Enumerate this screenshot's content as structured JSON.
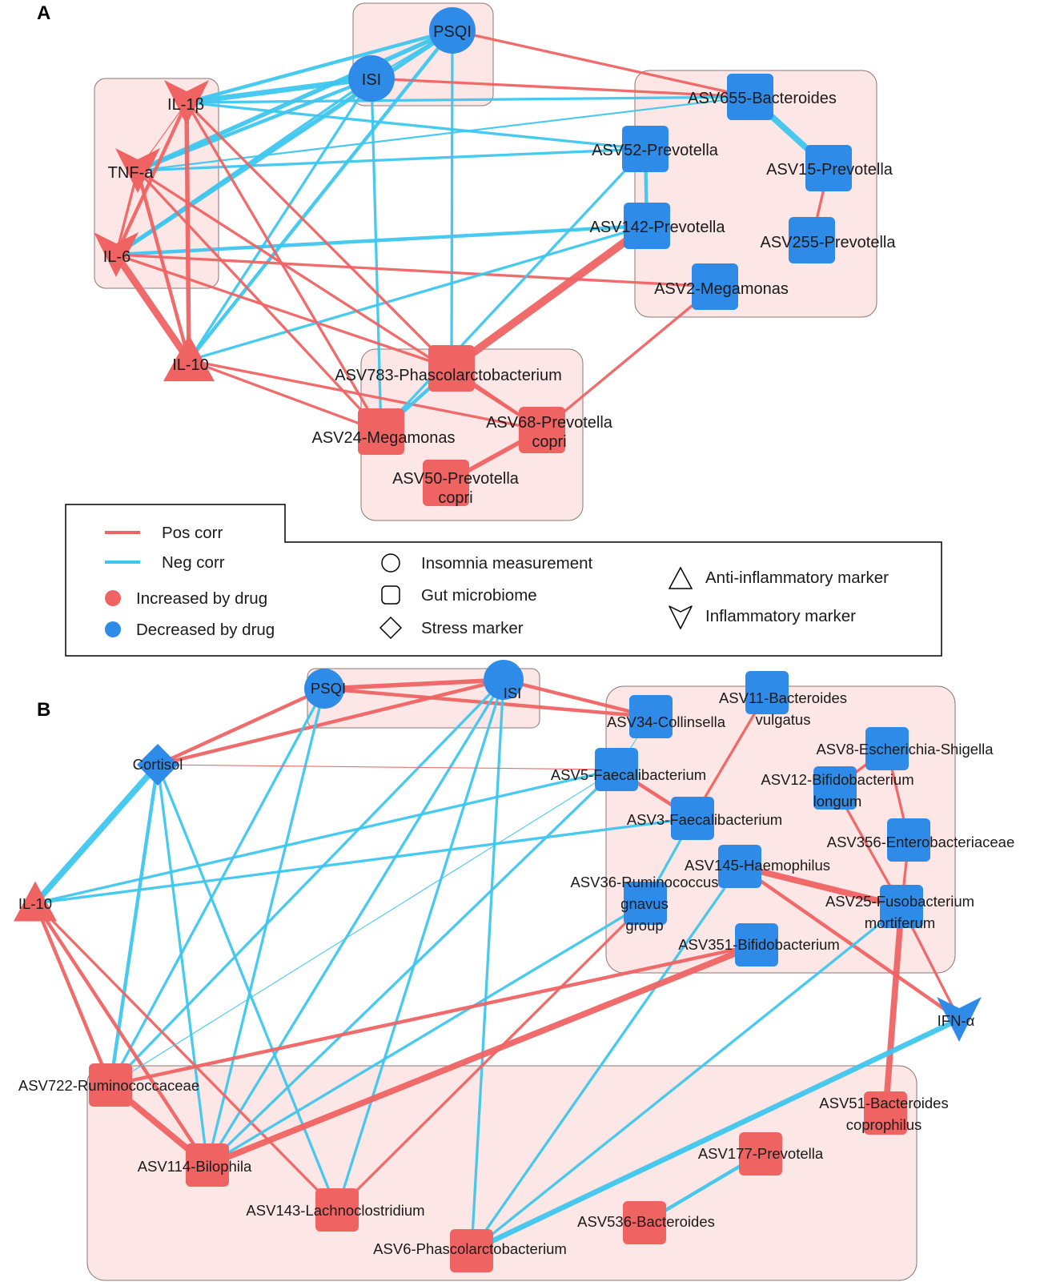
{
  "colors": {
    "positive": "#ef6363",
    "negative": "#3ec6ee",
    "node_increased": "#ef6363",
    "node_decreased": "#2f8be8",
    "group_fill": "#fde6e6",
    "group_stroke": "#8a7777"
  },
  "panels": [
    {
      "letter": "A",
      "nodes": [
        {
          "id": "PSQI",
          "label": "PSQI",
          "shape": "circle",
          "change": "decreased"
        },
        {
          "id": "ISI",
          "label": "ISI",
          "shape": "circle",
          "change": "decreased"
        },
        {
          "id": "IL1b",
          "label": "IL-1β",
          "shape": "v-marker",
          "change": "increased"
        },
        {
          "id": "TNFa",
          "label": "TNF-a",
          "shape": "v-marker",
          "change": "increased"
        },
        {
          "id": "IL6",
          "label": "IL-6",
          "shape": "v-marker",
          "change": "increased"
        },
        {
          "id": "IL10",
          "label": "IL-10",
          "shape": "triangle",
          "change": "increased"
        },
        {
          "id": "ASV655",
          "label": "ASV655-Bacteroides",
          "shape": "square",
          "change": "decreased"
        },
        {
          "id": "ASV52",
          "label": "ASV52-Prevotella",
          "shape": "square",
          "change": "decreased"
        },
        {
          "id": "ASV15",
          "label": "ASV15-Prevotella",
          "shape": "square",
          "change": "decreased"
        },
        {
          "id": "ASV142",
          "label": "ASV142-Prevotella",
          "shape": "square",
          "change": "decreased"
        },
        {
          "id": "ASV255",
          "label": "ASV255-Prevotella",
          "shape": "square",
          "change": "decreased"
        },
        {
          "id": "ASV2",
          "label": "ASV2-Megamonas",
          "shape": "square",
          "change": "decreased"
        },
        {
          "id": "ASV783",
          "label": "ASV783-Phascolarctobacterium",
          "shape": "square",
          "change": "increased"
        },
        {
          "id": "ASV24",
          "label": "ASV24-Megamonas",
          "shape": "square",
          "change": "increased"
        },
        {
          "id": "ASV68",
          "label": "ASV68-Prevotella\ncopri",
          "shape": "square",
          "change": "increased"
        },
        {
          "id": "ASV50",
          "label": "ASV50-Prevotella\ncopri",
          "shape": "square",
          "change": "increased"
        }
      ],
      "edges": [
        {
          "source": "PSQI",
          "target": "ISI",
          "sign": "neg",
          "weight": 2
        },
        {
          "source": "PSQI",
          "target": "IL1b",
          "sign": "neg",
          "weight": 4
        },
        {
          "source": "PSQI",
          "target": "TNFa",
          "sign": "neg",
          "weight": 5
        },
        {
          "source": "PSQI",
          "target": "IL6",
          "sign": "neg",
          "weight": 5
        },
        {
          "source": "PSQI",
          "target": "IL10",
          "sign": "neg",
          "weight": 4
        },
        {
          "source": "PSQI",
          "target": "ASV783",
          "sign": "neg",
          "weight": 3
        },
        {
          "source": "PSQI",
          "target": "ASV655",
          "sign": "pos",
          "weight": 3
        },
        {
          "source": "ISI",
          "target": "IL1b",
          "sign": "neg",
          "weight": 6
        },
        {
          "source": "ISI",
          "target": "TNFa",
          "sign": "neg",
          "weight": 4
        },
        {
          "source": "ISI",
          "target": "IL6",
          "sign": "neg",
          "weight": 3
        },
        {
          "source": "ISI",
          "target": "IL10",
          "sign": "neg",
          "weight": 3
        },
        {
          "source": "ISI",
          "target": "ASV655",
          "sign": "pos",
          "weight": 3
        },
        {
          "source": "ISI",
          "target": "ASV24",
          "sign": "neg",
          "weight": 3
        },
        {
          "source": "IL1b",
          "target": "ASV655",
          "sign": "neg",
          "weight": 3
        },
        {
          "source": "IL1b",
          "target": "ASV52",
          "sign": "neg",
          "weight": 3
        },
        {
          "source": "TNFa",
          "target": "ASV655",
          "sign": "neg",
          "weight": 2
        },
        {
          "source": "TNFa",
          "target": "ASV52",
          "sign": "neg",
          "weight": 3
        },
        {
          "source": "IL6",
          "target": "ASV142",
          "sign": "neg",
          "weight": 4
        },
        {
          "source": "IL6",
          "target": "ASV2",
          "sign": "pos",
          "weight": 3
        },
        {
          "source": "IL6",
          "target": "ASV783",
          "sign": "pos",
          "weight": 3
        },
        {
          "source": "IL10",
          "target": "ASV142",
          "sign": "neg",
          "weight": 3
        },
        {
          "source": "IL10",
          "target": "ASV24",
          "sign": "pos",
          "weight": 3
        },
        {
          "source": "IL10",
          "target": "ASV68",
          "sign": "pos",
          "weight": 3
        },
        {
          "source": "IL1b",
          "target": "TNFa",
          "sign": "pos",
          "weight": 1
        },
        {
          "source": "IL1b",
          "target": "IL6",
          "sign": "pos",
          "weight": 4
        },
        {
          "source": "IL1b",
          "target": "IL10",
          "sign": "pos",
          "weight": 5
        },
        {
          "source": "TNFa",
          "target": "IL6",
          "sign": "pos",
          "weight": 3
        },
        {
          "source": "TNFa",
          "target": "IL10",
          "sign": "pos",
          "weight": 4
        },
        {
          "source": "IL6",
          "target": "IL10",
          "sign": "pos",
          "weight": 8
        },
        {
          "source": "IL1b",
          "target": "ASV24",
          "sign": "pos",
          "weight": 3
        },
        {
          "source": "IL1b",
          "target": "ASV783",
          "sign": "pos",
          "weight": 3
        },
        {
          "source": "TNFa",
          "target": "ASV24",
          "sign": "pos",
          "weight": 3
        },
        {
          "source": "TNFa",
          "target": "ASV68",
          "sign": "pos",
          "weight": 3
        },
        {
          "source": "ASV655",
          "target": "ASV15",
          "sign": "neg",
          "weight": 7
        },
        {
          "source": "ASV52",
          "target": "ASV142",
          "sign": "neg",
          "weight": 4
        },
        {
          "source": "ASV15",
          "target": "ASV255",
          "sign": "pos",
          "weight": 3
        },
        {
          "source": "ASV52",
          "target": "ASV24",
          "sign": "neg",
          "weight": 3
        },
        {
          "source": "ASV142",
          "target": "ASV783",
          "sign": "pos",
          "weight": 9
        },
        {
          "source": "ASV2",
          "target": "ASV68",
          "sign": "pos",
          "weight": 3
        },
        {
          "source": "ASV783",
          "target": "ASV24",
          "sign": "neg",
          "weight": 4
        },
        {
          "source": "ASV783",
          "target": "ASV68",
          "sign": "pos",
          "weight": 3
        },
        {
          "source": "ASV68",
          "target": "ASV50",
          "sign": "pos",
          "weight": 5
        }
      ]
    },
    {
      "letter": "B",
      "nodes": [
        {
          "id": "PSQI",
          "label": "PSQI",
          "shape": "circle",
          "change": "decreased"
        },
        {
          "id": "ISI",
          "label": "ISI",
          "shape": "circle",
          "change": "decreased"
        },
        {
          "id": "Cortisol",
          "label": "Cortisol",
          "shape": "diamond",
          "change": "decreased"
        },
        {
          "id": "IL10",
          "label": "IL-10",
          "shape": "triangle",
          "change": "increased"
        },
        {
          "id": "IFNa",
          "label": "IFN-α",
          "shape": "v-marker",
          "change": "decreased"
        },
        {
          "id": "ASV34",
          "label": "ASV34-Collinsella",
          "shape": "square",
          "change": "decreased"
        },
        {
          "id": "ASV11",
          "label": "ASV11-Bacteroides\nvulgatus",
          "shape": "square",
          "change": "decreased"
        },
        {
          "id": "ASV8",
          "label": "ASV8-Escherichia-Shigella",
          "shape": "square",
          "change": "decreased"
        },
        {
          "id": "ASV5",
          "label": "ASV5-Faecalibacterium",
          "shape": "square",
          "change": "decreased"
        },
        {
          "id": "ASV12",
          "label": "ASV12-Bifidobacterium\nlongum",
          "shape": "square",
          "change": "decreased"
        },
        {
          "id": "ASV3",
          "label": "ASV3-Faecalibacterium",
          "shape": "square",
          "change": "decreased"
        },
        {
          "id": "ASV356",
          "label": "ASV356-Enterobacteriaceae",
          "shape": "square",
          "change": "decreased"
        },
        {
          "id": "ASV145",
          "label": "ASV145-Haemophilus",
          "shape": "square",
          "change": "decreased"
        },
        {
          "id": "ASV36",
          "label": "ASV36-Ruminococcus\ngnavus\ngroup",
          "shape": "square",
          "change": "decreased"
        },
        {
          "id": "ASV25",
          "label": "ASV25-Fusobacterium\nmortiferum",
          "shape": "square",
          "change": "decreased"
        },
        {
          "id": "ASV351",
          "label": "ASV351-Bifidobacterium",
          "shape": "square",
          "change": "decreased"
        },
        {
          "id": "ASV722",
          "label": "ASV722-Ruminococcaceae",
          "shape": "square",
          "change": "increased"
        },
        {
          "id": "ASV114",
          "label": "ASV114-Bilophila",
          "shape": "square",
          "change": "increased"
        },
        {
          "id": "ASV143",
          "label": "ASV143-Lachnoclostridium",
          "shape": "square",
          "change": "increased"
        },
        {
          "id": "ASV6",
          "label": "ASV6-Phascolarctobacterium",
          "shape": "square",
          "change": "increased"
        },
        {
          "id": "ASV51",
          "label": "ASV51-Bacteroides\ncoprophilus",
          "shape": "square",
          "change": "increased"
        },
        {
          "id": "ASV177",
          "label": "ASV177-Prevotella",
          "shape": "square",
          "change": "increased"
        },
        {
          "id": "ASV536",
          "label": "ASV536-Bacteroides",
          "shape": "square",
          "change": "increased"
        }
      ],
      "edges": [
        {
          "source": "PSQI",
          "target": "ISI",
          "sign": "pos",
          "weight": 5
        },
        {
          "source": "PSQI",
          "target": "ASV34",
          "sign": "pos",
          "weight": 4
        },
        {
          "source": "ISI",
          "target": "ASV34",
          "sign": "pos",
          "weight": 4
        },
        {
          "source": "PSQI",
          "target": "Cortisol",
          "sign": "pos",
          "weight": 4
        },
        {
          "source": "ISI",
          "target": "Cortisol",
          "sign": "pos",
          "weight": 4
        },
        {
          "source": "PSQI",
          "target": "ASV722",
          "sign": "neg",
          "weight": 3
        },
        {
          "source": "PSQI",
          "target": "ASV114",
          "sign": "neg",
          "weight": 3
        },
        {
          "source": "ISI",
          "target": "ASV114",
          "sign": "neg",
          "weight": 3
        },
        {
          "source": "ISI",
          "target": "ASV143",
          "sign": "neg",
          "weight": 3
        },
        {
          "source": "ISI",
          "target": "ASV6",
          "sign": "neg",
          "weight": 3
        },
        {
          "source": "ISI",
          "target": "ASV722",
          "sign": "neg",
          "weight": 3
        },
        {
          "source": "Cortisol",
          "target": "IL10",
          "sign": "neg",
          "weight": 7
        },
        {
          "source": "Cortisol",
          "target": "ASV5",
          "sign": "pos",
          "weight": 1
        },
        {
          "source": "Cortisol",
          "target": "ASV722",
          "sign": "neg",
          "weight": 4
        },
        {
          "source": "Cortisol",
          "target": "ASV114",
          "sign": "neg",
          "weight": 3
        },
        {
          "source": "Cortisol",
          "target": "ASV143",
          "sign": "neg",
          "weight": 3
        },
        {
          "source": "IL10",
          "target": "ASV5",
          "sign": "neg",
          "weight": 3
        },
        {
          "source": "IL10",
          "target": "ASV3",
          "sign": "neg",
          "weight": 3
        },
        {
          "source": "IL10",
          "target": "ASV722",
          "sign": "pos",
          "weight": 4
        },
        {
          "source": "IL10",
          "target": "ASV114",
          "sign": "pos",
          "weight": 4
        },
        {
          "source": "IL10",
          "target": "ASV143",
          "sign": "pos",
          "weight": 3
        },
        {
          "source": "ASV34",
          "target": "ASV5",
          "sign": "neg",
          "weight": 1
        },
        {
          "source": "ASV11",
          "target": "ASV3",
          "sign": "pos",
          "weight": 3
        },
        {
          "source": "ASV5",
          "target": "ASV3",
          "sign": "pos",
          "weight": 4
        },
        {
          "source": "ASV5",
          "target": "ASV722",
          "sign": "neg",
          "weight": 1
        },
        {
          "source": "ASV5",
          "target": "ASV114",
          "sign": "neg",
          "weight": 3
        },
        {
          "source": "ASV8",
          "target": "ASV12",
          "sign": "pos",
          "weight": 3
        },
        {
          "source": "ASV8",
          "target": "ASV356",
          "sign": "pos",
          "weight": 3
        },
        {
          "source": "ASV12",
          "target": "ASV25",
          "sign": "pos",
          "weight": 3
        },
        {
          "source": "ASV356",
          "target": "ASV25",
          "sign": "pos",
          "weight": 3
        },
        {
          "source": "ASV3",
          "target": "ASV36",
          "sign": "neg",
          "weight": 3
        },
        {
          "source": "ASV145",
          "target": "ASV25",
          "sign": "pos",
          "weight": 7
        },
        {
          "source": "ASV145",
          "target": "IFNa",
          "sign": "pos",
          "weight": 4
        },
        {
          "source": "ASV25",
          "target": "IFNa",
          "sign": "pos",
          "weight": 3
        },
        {
          "source": "ASV25",
          "target": "ASV51",
          "sign": "pos",
          "weight": 7
        },
        {
          "source": "ASV25",
          "target": "ASV6",
          "sign": "neg",
          "weight": 3
        },
        {
          "source": "ASV145",
          "target": "ASV6",
          "sign": "neg",
          "weight": 3
        },
        {
          "source": "ASV36",
          "target": "ASV143",
          "sign": "pos",
          "weight": 3
        },
        {
          "source": "ASV36",
          "target": "ASV114",
          "sign": "neg",
          "weight": 3
        },
        {
          "source": "ASV351",
          "target": "ASV722",
          "sign": "pos",
          "weight": 4
        },
        {
          "source": "ASV351",
          "target": "ASV114",
          "sign": "pos",
          "weight": 7
        },
        {
          "source": "IFNa",
          "target": "ASV6",
          "sign": "neg",
          "weight": 6
        },
        {
          "source": "ASV177",
          "target": "ASV536",
          "sign": "neg",
          "weight": 4
        },
        {
          "source": "ASV722",
          "target": "ASV114",
          "sign": "pos",
          "weight": 7
        }
      ]
    }
  ],
  "legend": {
    "pos_corr": "Pos corr",
    "neg_corr": "Neg corr",
    "increased": "Increased by drug",
    "decreased": "Decreased by drug",
    "insomnia": "Insomnia measurement",
    "gut": "Gut microbiome",
    "stress": "Stress marker",
    "anti_inflammatory": "Anti-inflammatory marker",
    "inflammatory": "Inflammatory marker"
  }
}
